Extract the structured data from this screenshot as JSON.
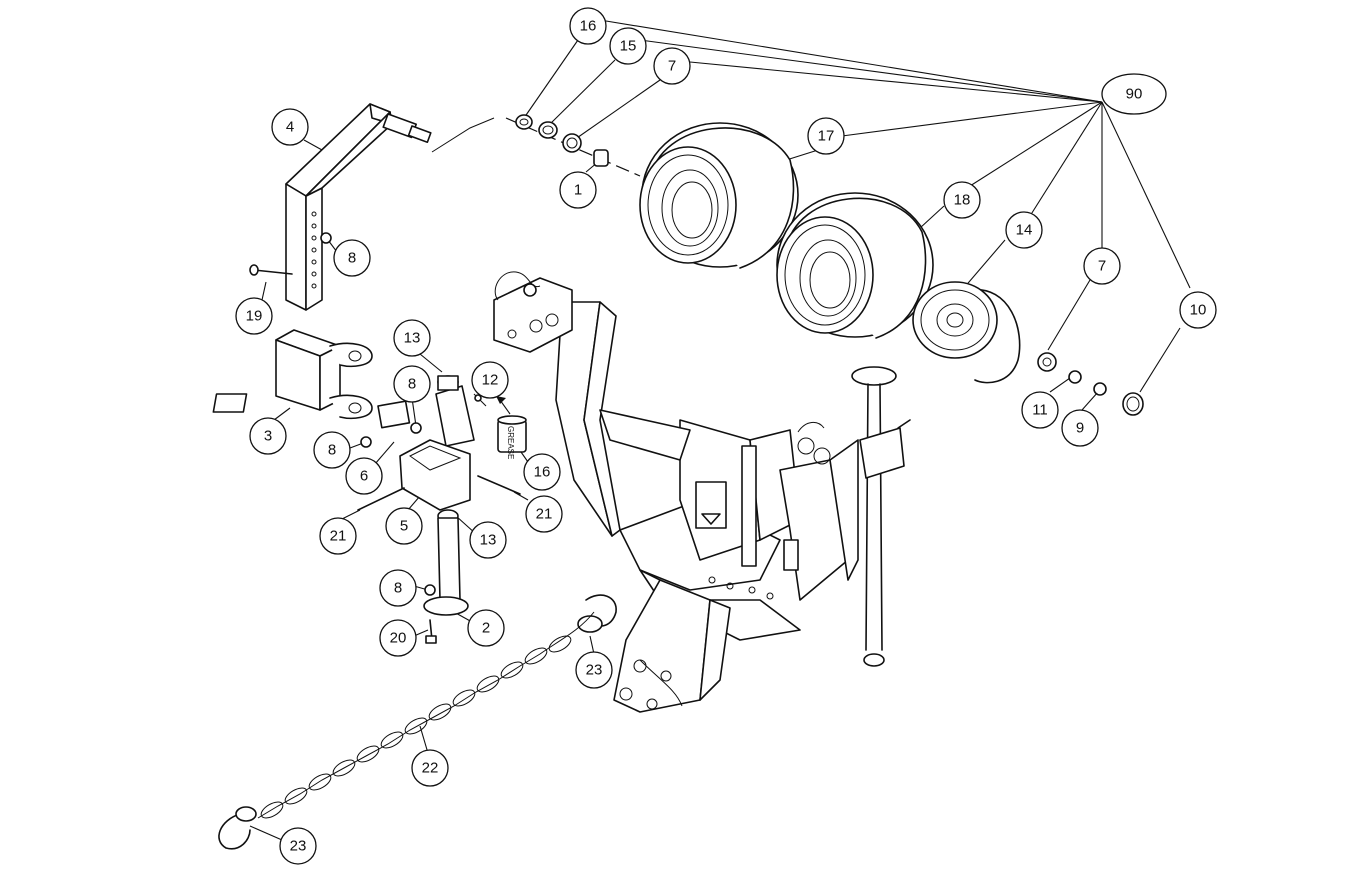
{
  "diagram": {
    "callouts": [
      {
        "id": "c16a",
        "label": "16"
      },
      {
        "id": "c15",
        "label": "15"
      },
      {
        "id": "c7a",
        "label": "7"
      },
      {
        "id": "c90",
        "label": "90"
      },
      {
        "id": "c4",
        "label": "4"
      },
      {
        "id": "c17",
        "label": "17"
      },
      {
        "id": "c1",
        "label": "1"
      },
      {
        "id": "c18",
        "label": "18"
      },
      {
        "id": "c14",
        "label": "14"
      },
      {
        "id": "c8a",
        "label": "8"
      },
      {
        "id": "c7b",
        "label": "7"
      },
      {
        "id": "c10",
        "label": "10"
      },
      {
        "id": "c19",
        "label": "19"
      },
      {
        "id": "c13a",
        "label": "13"
      },
      {
        "id": "c12",
        "label": "12"
      },
      {
        "id": "c8b",
        "label": "8"
      },
      {
        "id": "c11",
        "label": "11"
      },
      {
        "id": "c9",
        "label": "9"
      },
      {
        "id": "c3",
        "label": "3"
      },
      {
        "id": "c8c",
        "label": "8"
      },
      {
        "id": "c6",
        "label": "6"
      },
      {
        "id": "c16b",
        "label": "16"
      },
      {
        "id": "c21a",
        "label": "21"
      },
      {
        "id": "c21b",
        "label": "21"
      },
      {
        "id": "c5",
        "label": "5"
      },
      {
        "id": "c13b",
        "label": "13"
      },
      {
        "id": "c8d",
        "label": "8"
      },
      {
        "id": "c2",
        "label": "2"
      },
      {
        "id": "c20",
        "label": "20"
      },
      {
        "id": "c23a",
        "label": "23"
      },
      {
        "id": "c22",
        "label": "22"
      },
      {
        "id": "c23b",
        "label": "23"
      }
    ],
    "grease_label": "GREASE"
  }
}
